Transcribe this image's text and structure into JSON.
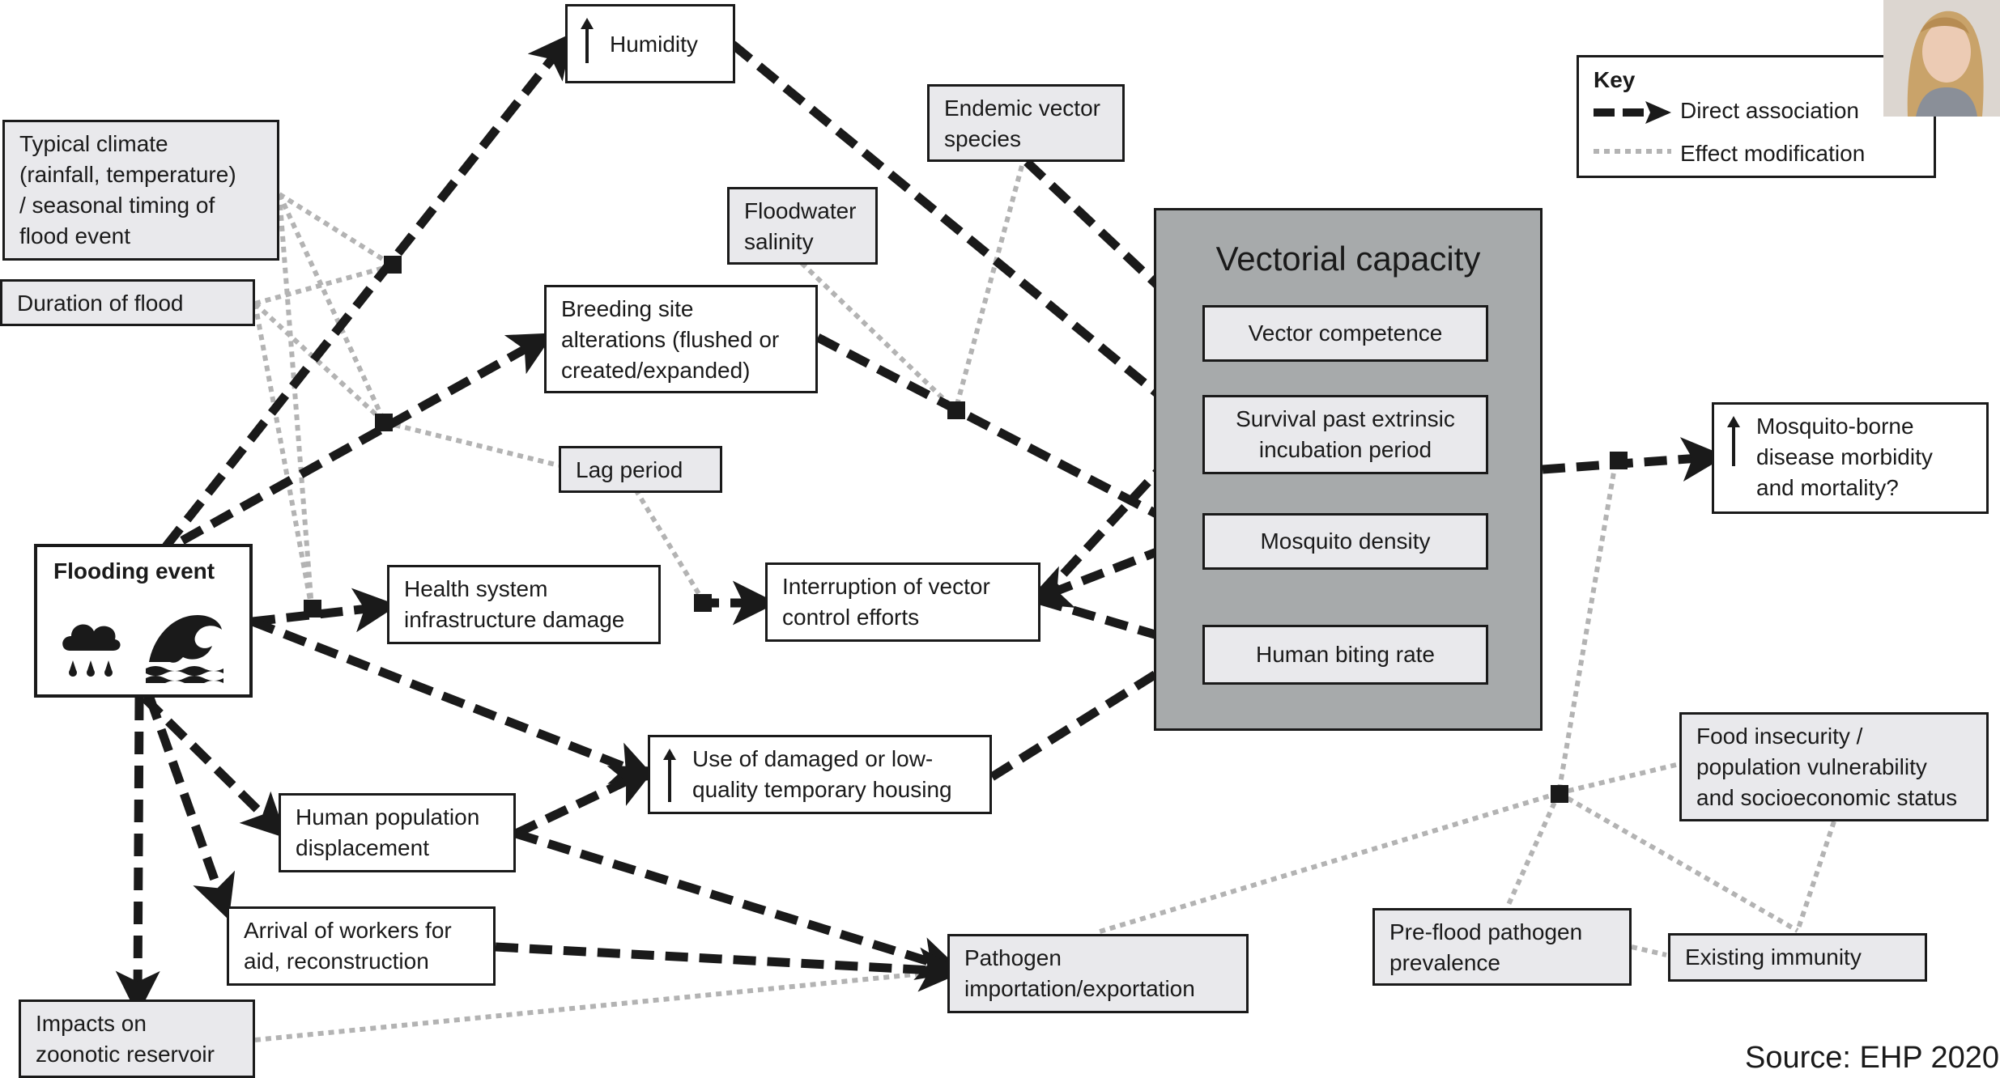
{
  "nodes": {
    "humidity": "Humidity",
    "typical_climate": "Typical climate\n(rainfall, temperature)\n/ seasonal timing of\nflood event",
    "duration": "Duration of flood",
    "endemic": "Endemic vector\nspecies",
    "salinity": "Floodwater\nsalinity",
    "breeding": "Breeding site\nalterations (flushed or\ncreated/expanded)",
    "lag": "Lag period",
    "flooding_event": "Flooding event",
    "health_system": "Health system\ninfrastructure damage",
    "interruption": "Interruption of vector\ncontrol efforts",
    "housing": "Use of damaged or low-\nquality temporary housing",
    "displacement": "Human population\ndisplacement",
    "workers": "Arrival of workers for\naid, reconstruction",
    "zoonotic": "Impacts on\nzoonotic reservoir",
    "pathogen_import": "Pathogen\nimportation/exportation",
    "outcome": "Mosquito-borne\ndisease morbidity\nand mortality?",
    "food": "Food insecurity /\npopulation vulnerability\nand socioeconomic status",
    "preflood": "Pre-flood pathogen\nprevalence",
    "immunity": "Existing immunity"
  },
  "vectorial": {
    "title": "Vectorial capacity",
    "items": [
      "Vector competence",
      "Survival past extrinsic\nincubation period",
      "Mosquito density",
      "Human biting rate"
    ]
  },
  "key": {
    "title": "Key",
    "direct": "Direct association",
    "modification": "Effect modification"
  },
  "source": "Source: EHP 2020",
  "colors": {
    "dark": "#1a1a1a",
    "dotted": "#b3b3b3",
    "panel": "#a7aaab",
    "light_box": "#e9e9ec"
  },
  "icons": [
    "rain-cloud-icon",
    "wave-icon",
    "up-arrow-icon",
    "speaker-photo"
  ]
}
